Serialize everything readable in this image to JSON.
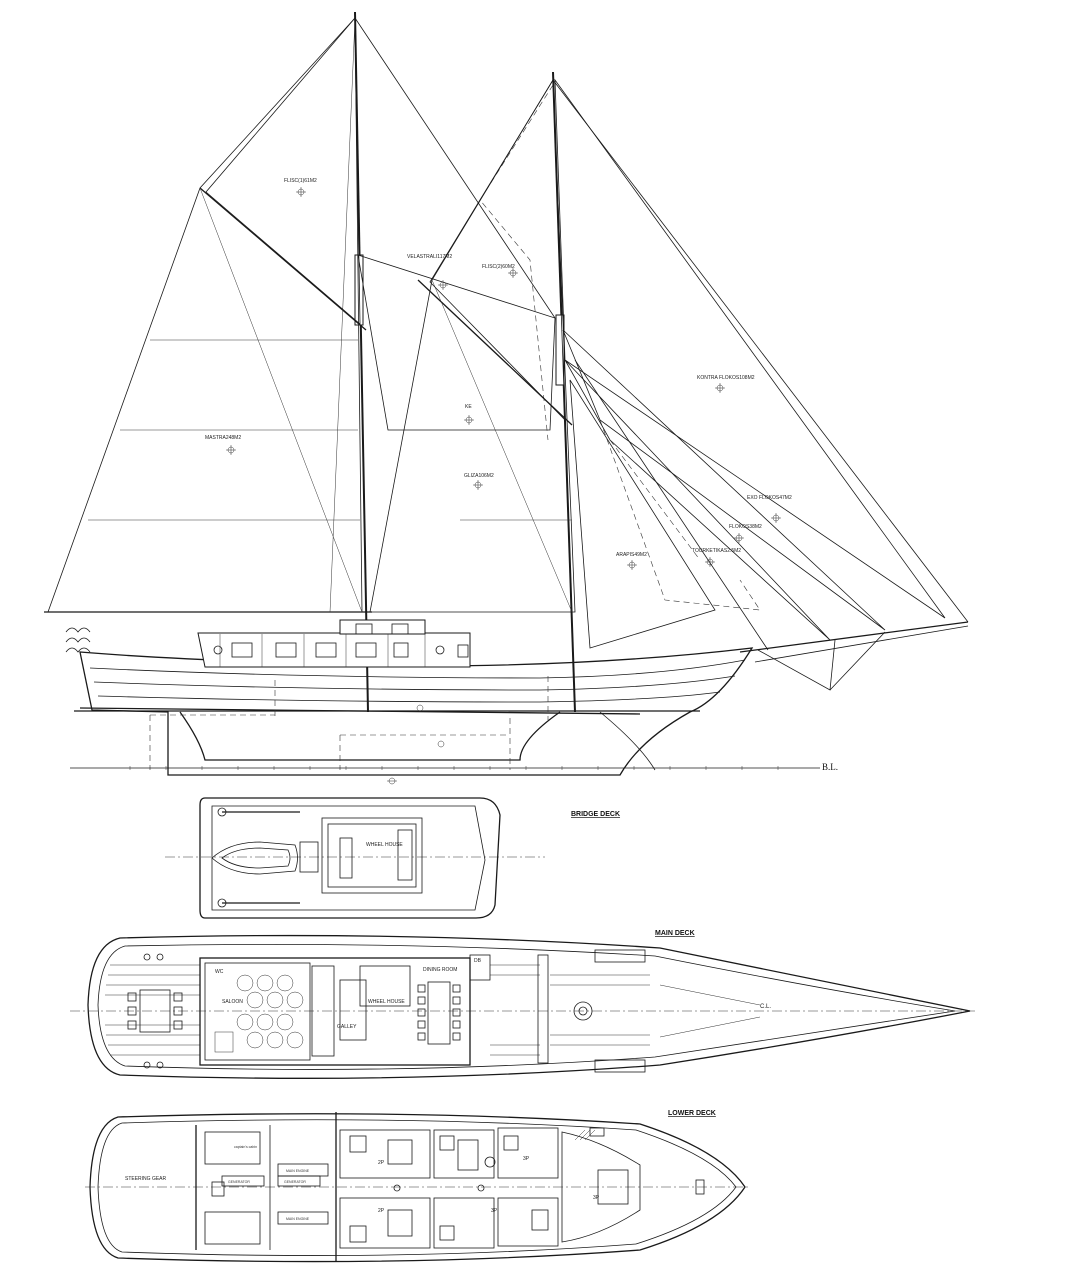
{
  "sails": {
    "flisc1": "FLISC(1)61M2",
    "velastrali": "VELASTRALI117M2",
    "flisc2": "FLISC(2)60M2",
    "kontra": "KONTRA FLOKOS108M2",
    "mastra": "MASTRA248M2",
    "ke": "KE",
    "gliza": "GLIZA106M2",
    "exo": "EXO FLOKOS47M2",
    "flokos": "FLOKOS38M2",
    "arapis": "ARAPIS49M2",
    "tourketikos": "TOURKETIKAS2.5M2"
  },
  "profile": {
    "baseline": "B.L."
  },
  "bridge_deck": {
    "title": "BRIDGE DECK",
    "wheel_house": "WHEEL HOUSE"
  },
  "main_deck": {
    "title": "MAIN DECK",
    "wc": "WC",
    "saloon": "SALOON",
    "galley": "GALLEY",
    "wheel_house": "WHEEL HOUSE",
    "dining_room": "DINING ROOM",
    "db": "DB",
    "cl": "C.L."
  },
  "lower_deck": {
    "title": "LOWER DECK",
    "captains_cabin": "captain's cabin",
    "steering_gear": "STEERING GEAR",
    "main_engine_top": "MAIN ENGINE",
    "main_engine_bottom": "MAIN ENGINE",
    "generator_1": "GENERATOR",
    "generator_2": "GENERATOR",
    "cabin_2p_a": "2P",
    "cabin_2p_b": "2P",
    "cabin_3p_a": "3P",
    "cabin_3p_b": "3P",
    "cabin_3p_c": "3P"
  }
}
